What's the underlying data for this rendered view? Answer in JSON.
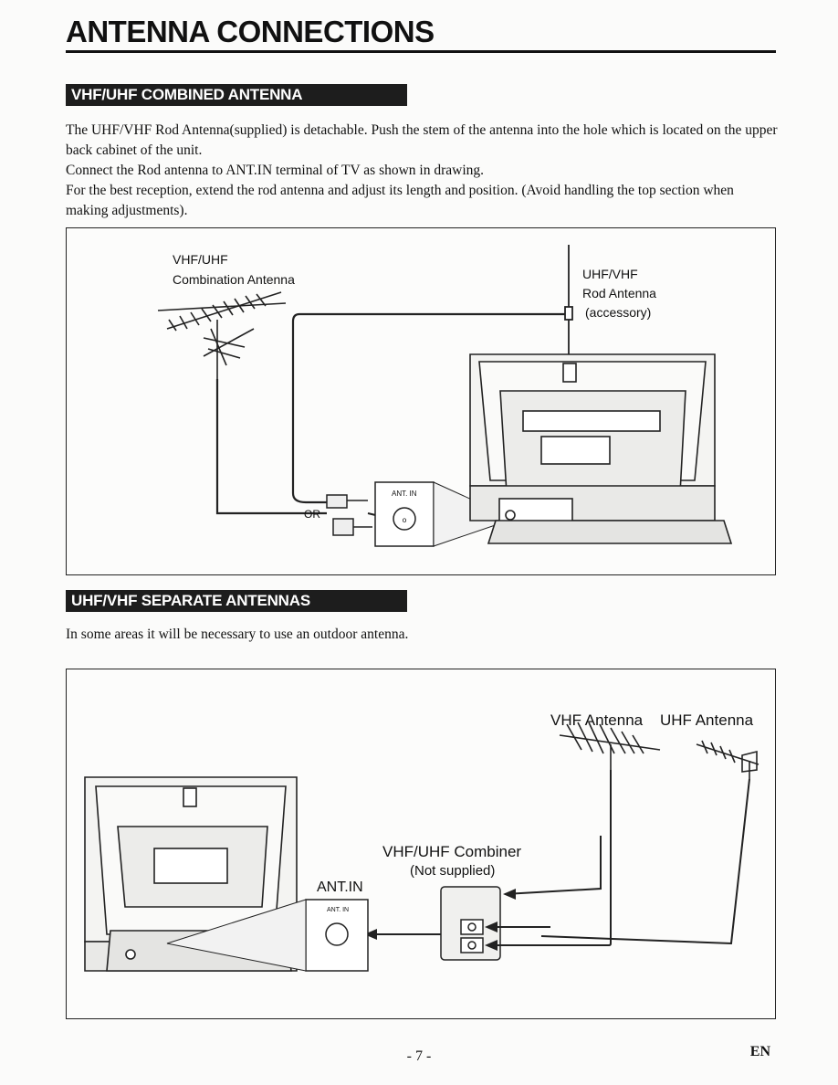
{
  "page": {
    "title": "ANTENNA CONNECTIONS",
    "page_number": "- 7 -",
    "language": "EN"
  },
  "section1": {
    "heading": "VHF/UHF COMBINED ANTENNA",
    "paragraphs": [
      "The UHF/VHF Rod Antenna(supplied) is detachable. Push the stem of the antenna into the hole which is located on the upper back cabinet of the unit.",
      "Connect the Rod antenna to ANT.IN terminal of TV as shown in drawing.",
      "For the best reception, extend the rod antenna and adjust its length and position. (Avoid handling the top section when making adjustments)."
    ],
    "figure": {
      "combo_antenna_label_line1": "VHF/UHF",
      "combo_antenna_label_line2": "Combination Antenna",
      "rod_label_line1": "UHF/VHF",
      "rod_label_line2": "Rod Antenna",
      "rod_label_line3": "(accessory)",
      "ant_in_label": "ANT. IN",
      "or_label": "OR"
    }
  },
  "section2": {
    "heading": "UHF/VHF SEPARATE ANTENNAS",
    "paragraph": "In some areas it will be necessary to use an outdoor antenna.",
    "figure": {
      "vhf_antenna_label": "VHF Antenna",
      "uhf_antenna_label": "UHF Antenna",
      "combiner_label_line1": "VHF/UHF Combiner",
      "combiner_label_line2": "(Not supplied)",
      "ant_in_big_label": "ANT.IN",
      "ant_in_small_label": "ANT. IN"
    }
  }
}
